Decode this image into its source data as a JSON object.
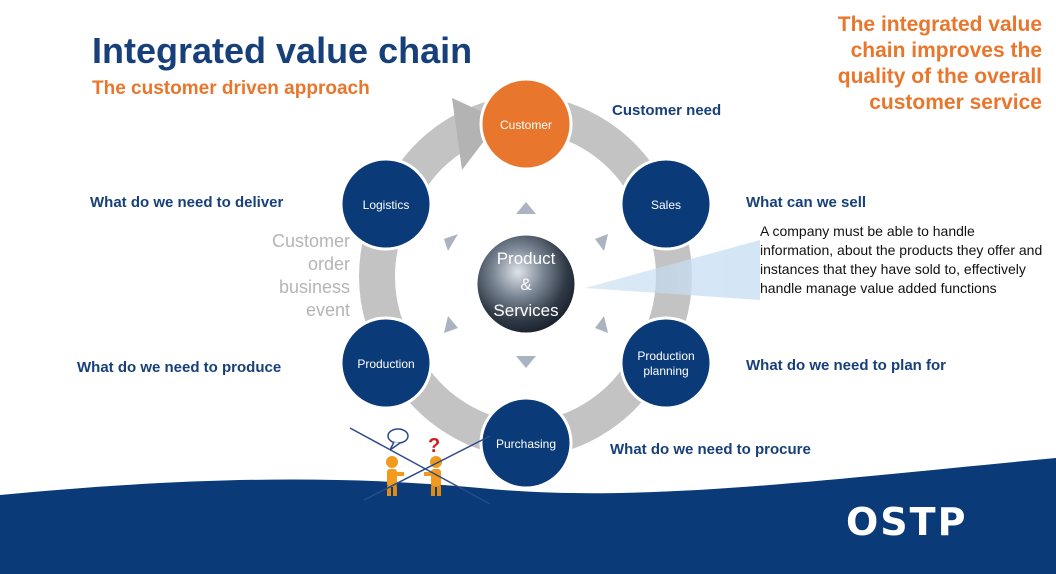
{
  "header": {
    "title": "Integrated value chain",
    "subtitle": "The customer driven approach",
    "claim": [
      "The integrated value",
      "chain improves the",
      "quality of the overall",
      "customer service"
    ]
  },
  "cycle": {
    "label": [
      "Customer",
      "order",
      "business",
      "event"
    ],
    "hub": [
      "Product",
      "&",
      "Services"
    ],
    "nodes": [
      {
        "label": [
          "Customer"
        ],
        "question": "Customer need",
        "highlight": true
      },
      {
        "label": [
          "Sales"
        ],
        "question": "What can we sell",
        "highlight": false
      },
      {
        "label": [
          "Production",
          "planning"
        ],
        "question": "What do we need to plan for",
        "highlight": false
      },
      {
        "label": [
          "Purchasing"
        ],
        "question": "What do we need to procure",
        "highlight": false
      },
      {
        "label": [
          "Production"
        ],
        "question": "What do we need to produce",
        "highlight": false
      },
      {
        "label": [
          "Logistics"
        ],
        "question": "What do we need to deliver",
        "highlight": false
      }
    ]
  },
  "note": "A company must be able to handle information, about the products they offer and instances that they have sold to, effectively handle manage value added functions",
  "footer": {
    "logo": "OSTP"
  },
  "colors": {
    "navy": "#0b3a78",
    "orange": "#e8762c",
    "gray_ring": "#c3c3c3",
    "title_blue": "#17407a"
  }
}
